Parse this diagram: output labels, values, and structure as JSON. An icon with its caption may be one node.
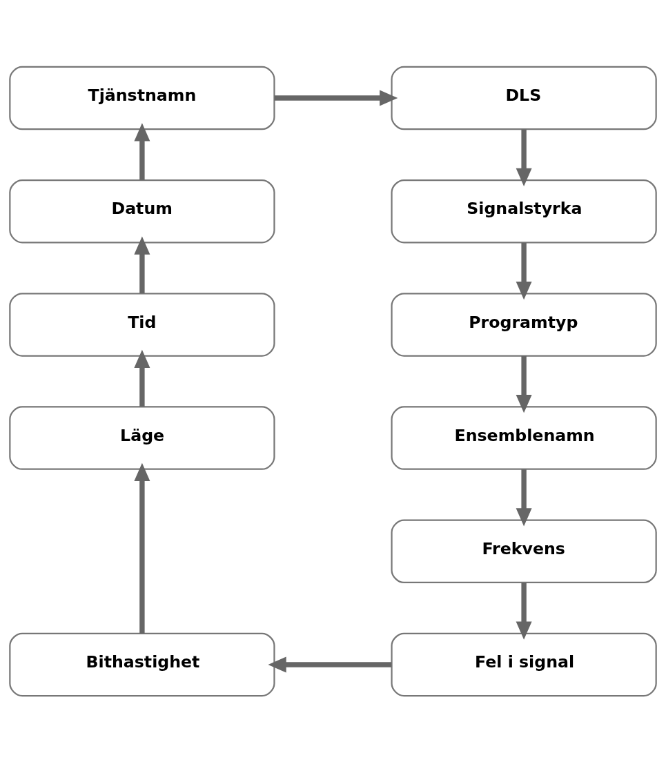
{
  "diagram": {
    "nodes": [
      {
        "text": [
          "Tjänstnamn"
        ]
      },
      {
        "text": [
          "DLS"
        ]
      },
      {
        "text": [
          "Signalstyrka"
        ]
      },
      {
        "text": [
          "Datum"
        ]
      },
      {
        "text": [
          "Programtyp"
        ]
      },
      {
        "text": [
          "Tid"
        ]
      },
      {
        "text": [
          "Ensemblenamn"
        ]
      },
      {
        "text": [
          "Läge"
        ]
      },
      {
        "text": [
          "Frekvens"
        ]
      },
      {
        "text": [
          "Bithastighet"
        ]
      },
      {
        "text": [
          "Fel i signal"
        ]
      }
    ],
    "edges": [
      {
        "from": 0,
        "to": 1,
        "arrow": "to"
      },
      {
        "from": 1,
        "to": 2,
        "arrow": "to"
      },
      {
        "from": 2,
        "to": 4,
        "arrow": "to"
      },
      {
        "from": 4,
        "to": 6,
        "arrow": "to"
      },
      {
        "from": 6,
        "to": 8,
        "arrow": "to"
      },
      {
        "from": 8,
        "to": 10,
        "arrow": "to"
      },
      {
        "from": 10,
        "to": 9,
        "arrow": "to"
      },
      {
        "from": 9,
        "to": 7,
        "arrow": "to"
      },
      {
        "from": 7,
        "to": 5,
        "arrow": "to"
      },
      {
        "from": 5,
        "to": 3,
        "arrow": "to"
      },
      {
        "from": 3,
        "to": 0,
        "arrow": "to"
      }
    ]
  }
}
